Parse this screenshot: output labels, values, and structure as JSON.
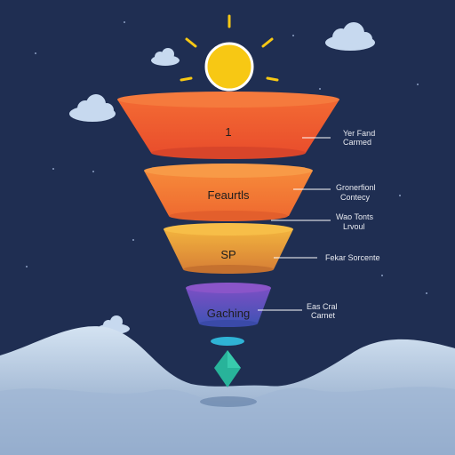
{
  "colors": {
    "background": "#1f2e52",
    "tier1": "#f0582f",
    "tier2": "#f47a35",
    "tier3": "#f1a63a",
    "tier4": "#5f4ab8",
    "sun": "#f7c814",
    "cloud": "#c7d9ef",
    "water_top": "#cfe0f0",
    "water_bottom": "#7f9cbf"
  },
  "tiers": [
    {
      "label": "1",
      "icon": "orange-funnel-tier"
    },
    {
      "label": "Feaurtls",
      "icon": "orange-funnel-tier"
    },
    {
      "label": "SP",
      "icon": "amber-funnel-tier"
    },
    {
      "label": "Gaching",
      "icon": "purple-funnel-tier"
    }
  ],
  "callouts": [
    {
      "line1": "Yer Fand",
      "line2": "Carmed"
    },
    {
      "line1": "Gronerfionl",
      "line2": "Contecy"
    },
    {
      "line1": "Wao Tonts",
      "line2": "Lrvoul"
    },
    {
      "line1": "Fekar Sorcente",
      "line2": ""
    },
    {
      "line1": "Eas Cral",
      "line2": "Carnet"
    }
  ]
}
